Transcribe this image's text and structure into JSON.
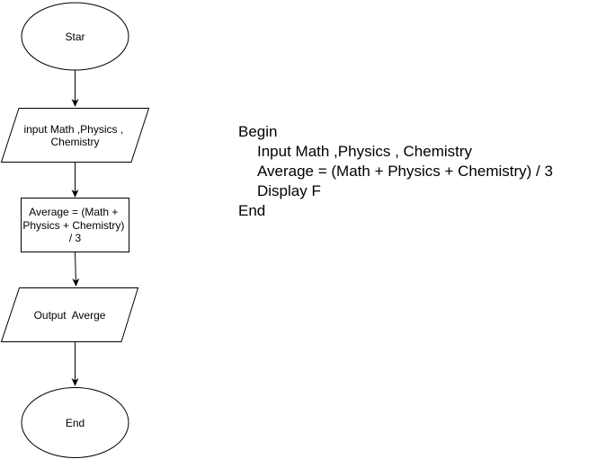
{
  "flowchart": {
    "start": "Star",
    "input": [
      "input Math ,Physics ,",
      "Chemistry"
    ],
    "process": [
      "Average = (Math +",
      "Physics + Chemistry)",
      "/ 3"
    ],
    "output": "Output  Averge",
    "end": "End"
  },
  "pseudocode": {
    "lines": [
      "Begin",
      "Input Math ,Physics , Chemistry",
      "Average = (Math + Physics + Chemistry) / 3",
      "Display F",
      "End"
    ]
  }
}
